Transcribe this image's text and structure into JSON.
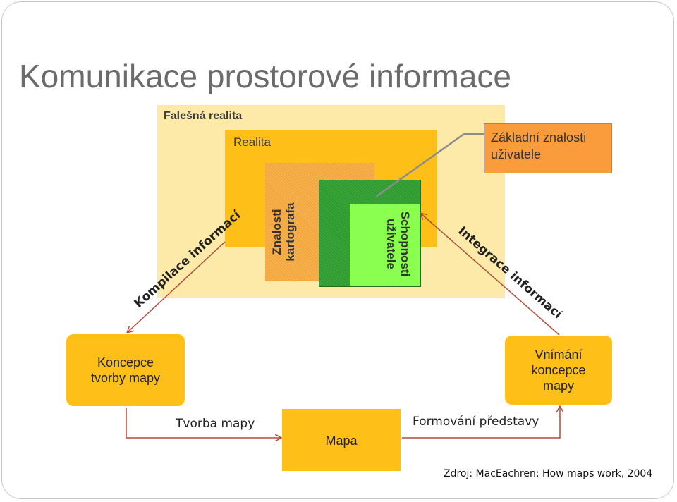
{
  "title": "Komunikace prostorové informace",
  "labels": {
    "falesna_realita": "Falešná realita",
    "realita": "Realita",
    "zakladni_znalosti": "Základní znalosti uživatele",
    "znalosti_kartografa_1": "Znalosti",
    "znalosti_kartografa_2": "kartografa",
    "schopnosti_1": "Schopnosti",
    "schopnosti_2": "uživatele",
    "kompilace": "Kompilace informací",
    "integrace": "Integrace informací",
    "koncepce_tvorby": "Koncepce tvorby mapy",
    "vnimani_koncepce": "Vnímání koncepce mapy",
    "tvorba_mapy": "Tvorba mapy",
    "mapa": "Mapa",
    "formovani": "Formování představy",
    "zdroj": "Zdroj: MacEachren: How maps work, 2004"
  },
  "colors": {
    "light_yellow": "#fde9a8",
    "orange_yellow": "#fdbf18",
    "hatched_orange": "#f3a63a",
    "dark_green": "#2c9a2c",
    "light_green": "#8aff50",
    "orange_box": "#fb9c3c",
    "arrow_red": "#b14b3a",
    "title_gray": "#6b6b6b"
  }
}
